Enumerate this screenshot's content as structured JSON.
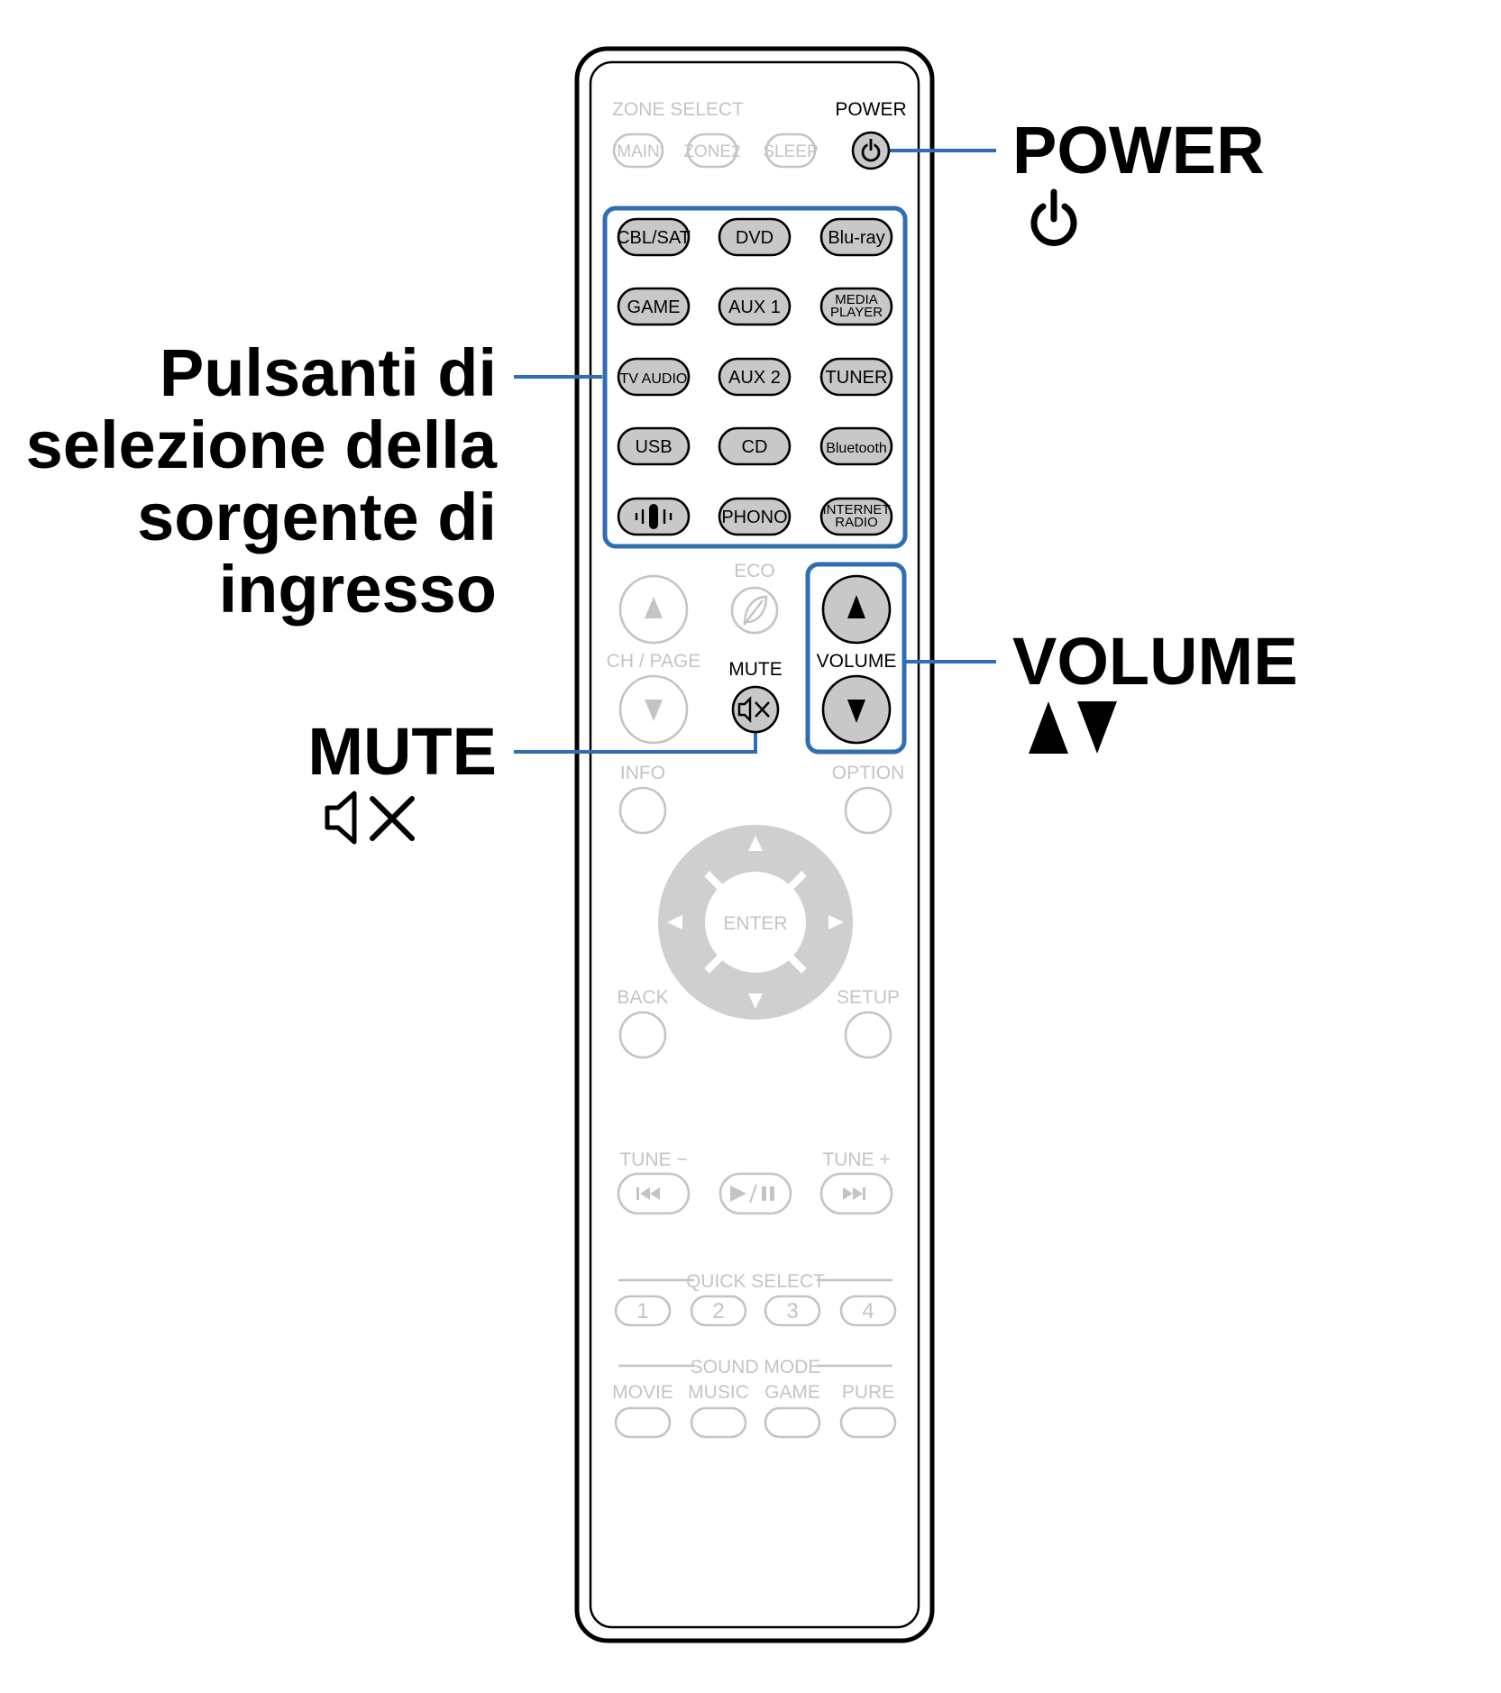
{
  "callouts": {
    "power": "POWER",
    "input_1": "Pulsanti di",
    "input_2": "selezione della",
    "input_3": "sorgente di",
    "input_4": "ingresso",
    "volume": "VOLUME",
    "mute": "MUTE"
  },
  "icons": {
    "power": "power-icon",
    "volume": "up-down-triangles-icon",
    "mute": "speaker-muted-icon"
  },
  "remote": {
    "zone_select": "ZONE SELECT",
    "power": "POWER",
    "zone_buttons": [
      "MAIN",
      "ZONE2",
      "SLEEP"
    ],
    "input_buttons": [
      [
        "CBL/SAT",
        "DVD",
        "Blu-ray"
      ],
      [
        "GAME",
        "AUX 1",
        "MEDIA|PLAYER"
      ],
      [
        "TV AUDIO",
        "AUX 2",
        "TUNER"
      ],
      [
        "USB",
        "CD",
        "Bluetooth"
      ],
      [
        "",
        "PHONO",
        "INTERNET|RADIO"
      ]
    ],
    "eco": "ECO",
    "ch_page": "CH / PAGE",
    "mute": "MUTE",
    "volume": "VOLUME",
    "info": "INFO",
    "option": "OPTION",
    "enter": "ENTER",
    "back": "BACK",
    "setup": "SETUP",
    "tune_minus": "TUNE −",
    "tune_plus": "TUNE +",
    "quick_select": "QUICK SELECT",
    "quick_buttons": [
      "1",
      "2",
      "3",
      "4"
    ],
    "sound_mode": "SOUND MODE",
    "sound_buttons": [
      "MOVIE",
      "MUSIC",
      "GAME",
      "PURE"
    ]
  },
  "colors": {
    "highlight": "#2f6db5",
    "active_button": "#c8c8c8",
    "inactive": "#c4c4c4"
  }
}
